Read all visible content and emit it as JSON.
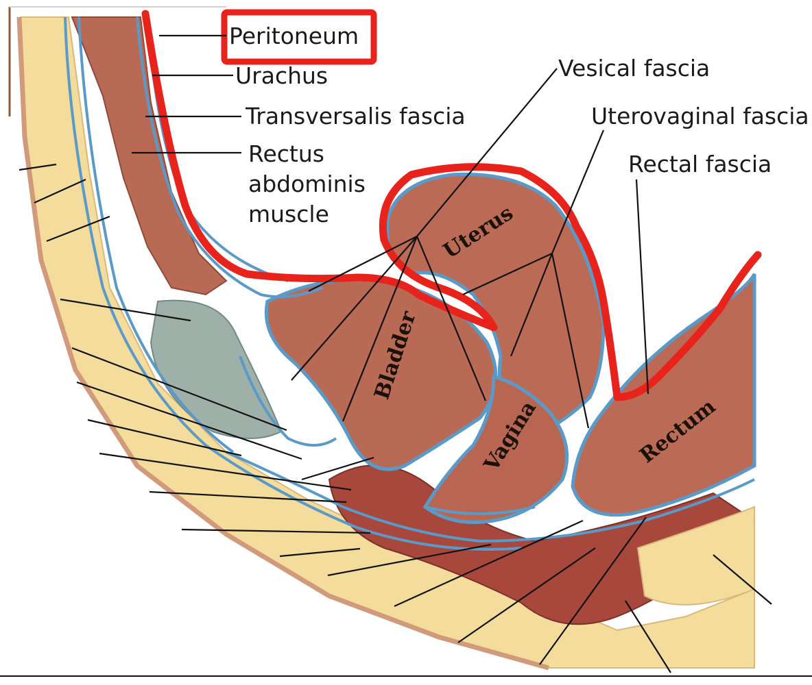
{
  "figure": {
    "labels": {
      "peritoneum": "Peritoneum",
      "urachus": "Urachus",
      "transversalis_fascia": "Transversalis fascia",
      "rectus_line1": "Rectus",
      "rectus_line2": "abdominis",
      "rectus_line3": "muscle",
      "vesical_fascia": "Vesical fascia",
      "uterovaginal_fascia": "Uterovaginal fascia",
      "rectal_fascia": "Rectal fascia"
    },
    "organs": {
      "uterus": "Uterus",
      "bladder": "Bladder",
      "vagina": "Vagina",
      "rectum": "Rectum"
    },
    "colors": {
      "highlight_red": "#e8231c",
      "fascia_blue": "#5a9ac8",
      "muscle": "#b8634e",
      "fat": "#f3dc9c",
      "pubic_bone": "#9fb0a8"
    }
  }
}
